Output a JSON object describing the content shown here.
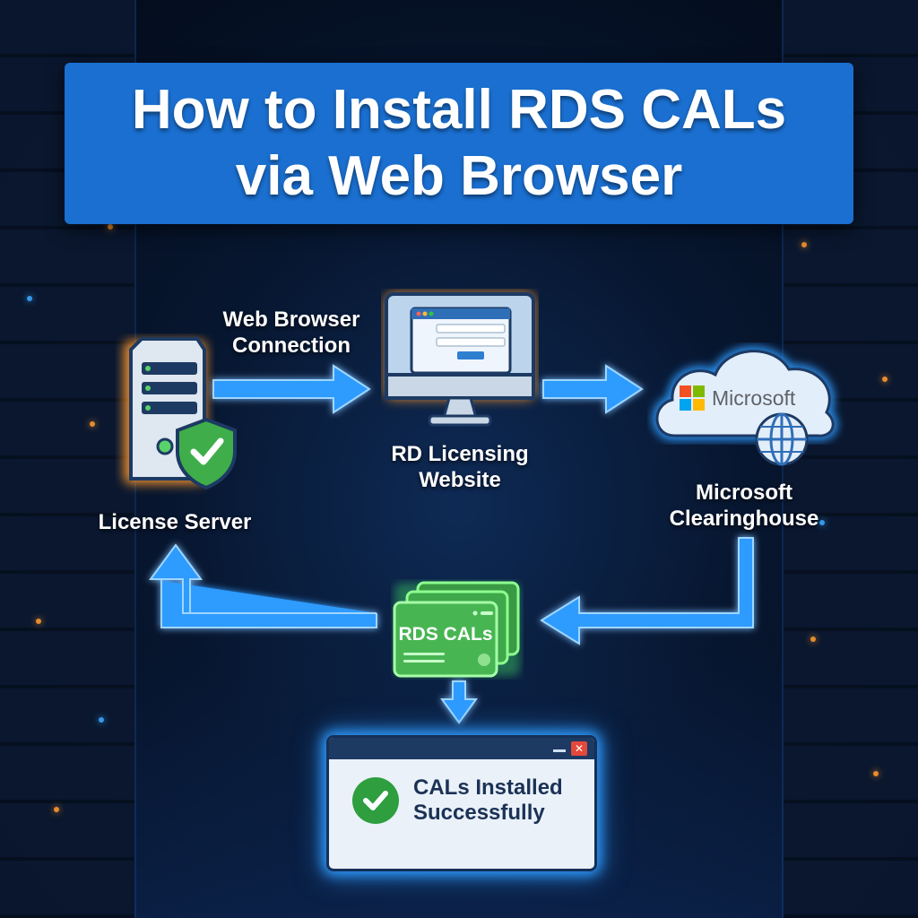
{
  "title": {
    "line1": "How to Install RDS CALs",
    "line2": "via Web Browser"
  },
  "nodes": {
    "license_server": {
      "label": "License Server",
      "icon": "server-with-shield-check-icon"
    },
    "connection": {
      "label_line1": "Web Browser",
      "label_line2": "Connection"
    },
    "rd_website": {
      "label_line1": "RD Licensing",
      "label_line2": "Website",
      "icon": "monitor-login-form-icon"
    },
    "clearinghouse": {
      "label_line1": "Microsoft",
      "label_line2": "Clearinghouse",
      "logo_text": "Microsoft",
      "icon": "cloud-globe-icon"
    },
    "cals": {
      "label": "RDS CALs",
      "icon": "license-cards-icon"
    },
    "result": {
      "line1": "CALs Installed",
      "line2": "Successfully",
      "close_glyph": "✕",
      "icon": "check-circle-icon"
    }
  },
  "colors": {
    "title_bg": "#1a6fd0",
    "arrow": "#2f9bff",
    "orange_glow": "#ff9a2e",
    "green_card": "#3fae4a",
    "success_green": "#2e9e3f",
    "close_red": "#e4493b",
    "ms_red": "#f25022",
    "ms_green": "#7fba00",
    "ms_blue": "#00a4ef",
    "ms_yellow": "#ffb900"
  }
}
